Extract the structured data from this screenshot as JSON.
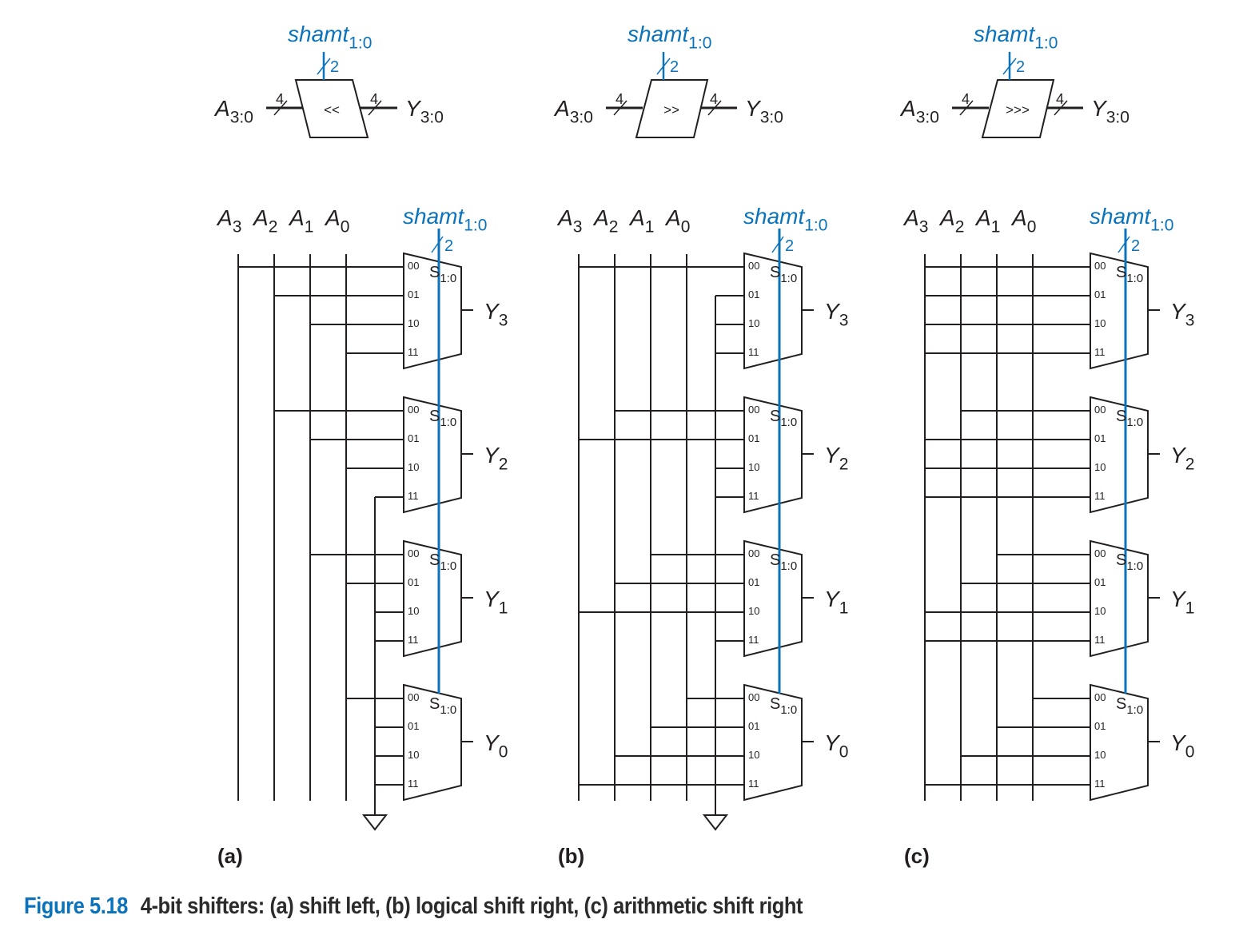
{
  "colors": {
    "wire": "#231f20",
    "select": "#0a73bb"
  },
  "labels": {
    "shamt": "shamt",
    "shamt_sub": "1:0",
    "bus_width_select": "2",
    "bus_width_data": "4",
    "A": "A",
    "Y": "Y",
    "bus_sub": "3:0",
    "S": "S",
    "S_sub": "1:0",
    "inputs": [
      "00",
      "01",
      "10",
      "11"
    ]
  },
  "panels": [
    {
      "id": "a",
      "tag": "(a)",
      "symbol": "<<",
      "muxes": [
        {
          "out": "3",
          "in": [
            "A3",
            "A2",
            "A1",
            "A0"
          ]
        },
        {
          "out": "2",
          "in": [
            "A2",
            "A1",
            "A0",
            "0"
          ]
        },
        {
          "out": "1",
          "in": [
            "A1",
            "A0",
            "0",
            "0"
          ]
        },
        {
          "out": "0",
          "in": [
            "A0",
            "0",
            "0",
            "0"
          ]
        }
      ]
    },
    {
      "id": "b",
      "tag": "(b)",
      "symbol": ">>",
      "muxes": [
        {
          "out": "3",
          "in": [
            "A3",
            "0",
            "0",
            "0"
          ]
        },
        {
          "out": "2",
          "in": [
            "A2",
            "A3",
            "0",
            "0"
          ]
        },
        {
          "out": "1",
          "in": [
            "A1",
            "A2",
            "A3",
            "0"
          ]
        },
        {
          "out": "0",
          "in": [
            "A0",
            "A1",
            "A2",
            "A3"
          ]
        }
      ]
    },
    {
      "id": "c",
      "tag": "(c)",
      "symbol": ">>>",
      "muxes": [
        {
          "out": "3",
          "in": [
            "A3",
            "A3",
            "A3",
            "A3"
          ]
        },
        {
          "out": "2",
          "in": [
            "A2",
            "A3",
            "A3",
            "A3"
          ]
        },
        {
          "out": "1",
          "in": [
            "A1",
            "A2",
            "A3",
            "A3"
          ]
        },
        {
          "out": "0",
          "in": [
            "A0",
            "A1",
            "A2",
            "A3"
          ]
        }
      ]
    }
  ],
  "input_columns": [
    "3",
    "2",
    "1",
    "0"
  ],
  "caption": {
    "number": "Figure 5.18",
    "text": "4-bit shifters: (a) shift left, (b) logical shift right, (c) arithmetic shift right"
  }
}
